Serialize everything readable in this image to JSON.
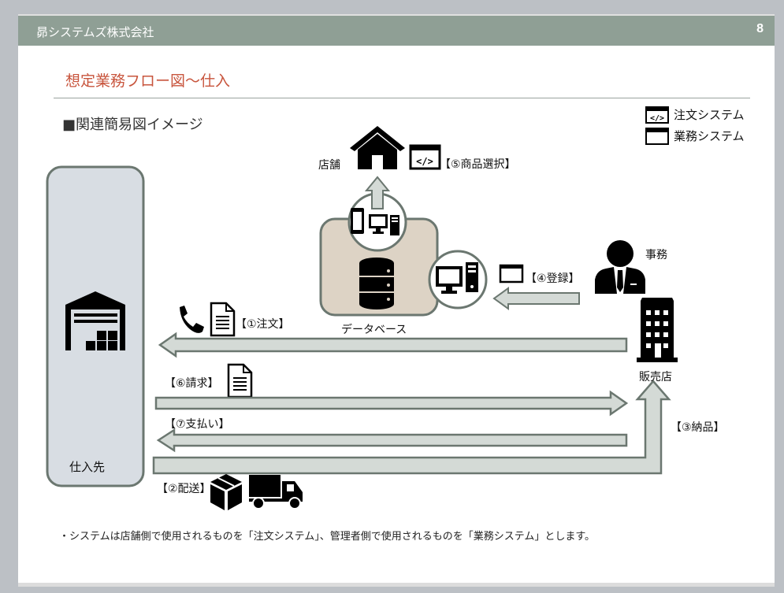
{
  "header": {
    "company": "昴システムズ株式会社",
    "page_number": "8"
  },
  "title": "想定業務フロー図～仕入",
  "subtitle": "■関連簡易図イメージ",
  "legend": [
    {
      "icon": "code-window-icon",
      "label": "注文システム"
    },
    {
      "icon": "blank-window-icon",
      "label": "業務システム"
    }
  ],
  "nodes": {
    "supplier": "仕入先",
    "store": "店舗",
    "database": "データベース",
    "office": "事務",
    "dealer": "販売店"
  },
  "steps": {
    "order": "【①注文】",
    "delivery": "【②配送】",
    "deliver_goods": "【③納品】",
    "register": "【④登録】",
    "product_select": "【⑤商品選択】",
    "invoice": "【⑥請求】",
    "payment": "【⑦支払い】"
  },
  "note": "・システムは店舗側で使用されるものを「注文システム」、管理者側で使用されるものを「業務システム」とします。",
  "colors": {
    "header_bg": "#8f9f95",
    "title": "#c8553d",
    "arrow_fill": "#d4dad6",
    "arrow_stroke": "#6b7770",
    "supplier_bg": "#d8dde3",
    "database_bg": "#ddd3c5"
  }
}
